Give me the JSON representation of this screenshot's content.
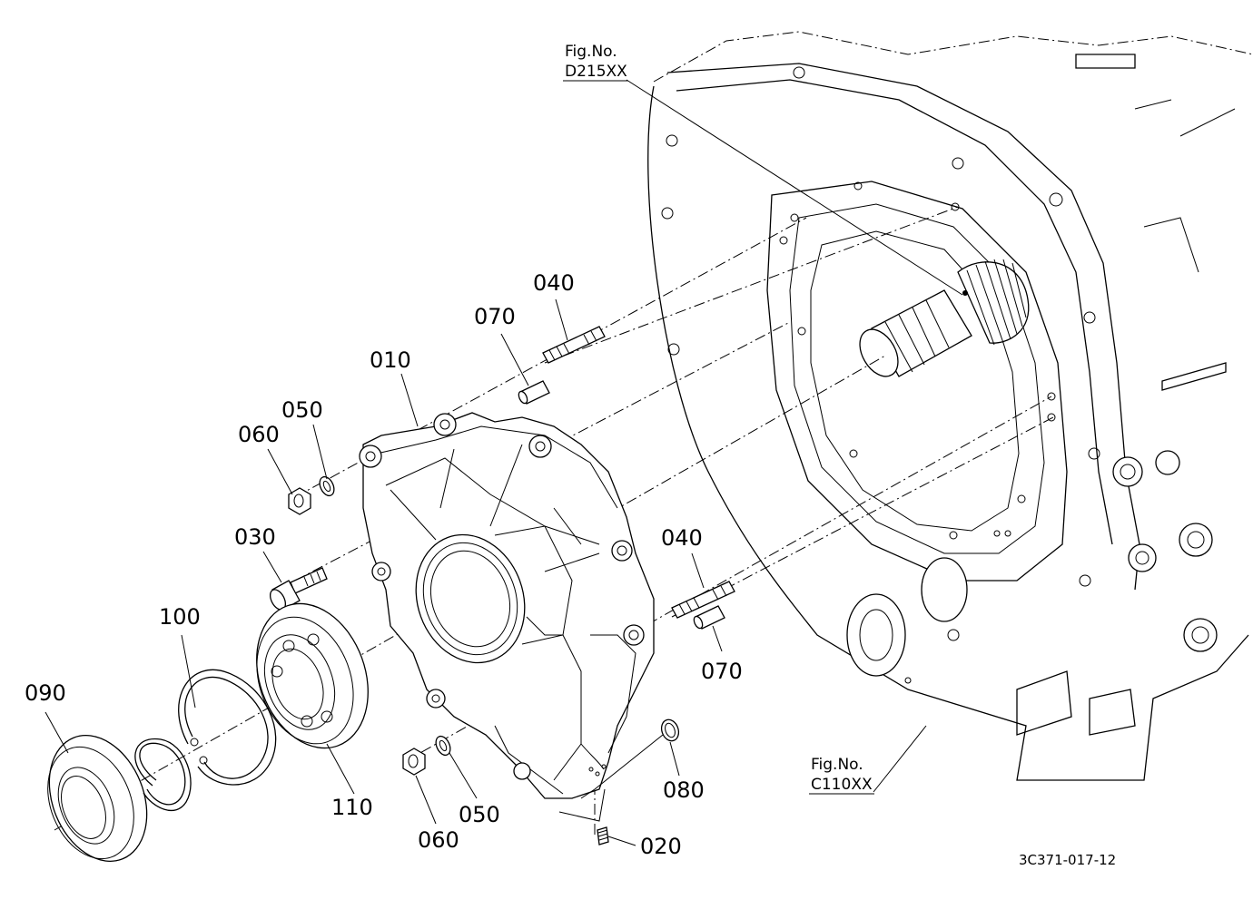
{
  "parts": [
    {
      "number": "010",
      "name": "housing"
    },
    {
      "number": "020",
      "name": "plug"
    },
    {
      "number": "030",
      "name": "bolt"
    },
    {
      "number": "040",
      "name": "stud-upper"
    },
    {
      "number": "040",
      "name": "stud-lower"
    },
    {
      "number": "050",
      "name": "washer-upper"
    },
    {
      "number": "050",
      "name": "washer-lower"
    },
    {
      "number": "060",
      "name": "nut-upper"
    },
    {
      "number": "060",
      "name": "nut-lower"
    },
    {
      "number": "070",
      "name": "pin-upper"
    },
    {
      "number": "070",
      "name": "pin-lower"
    },
    {
      "number": "080",
      "name": "o-ring"
    },
    {
      "number": "090",
      "name": "oil-seal"
    },
    {
      "number": "100",
      "name": "circlip"
    },
    {
      "number": "110",
      "name": "ball-bearing"
    }
  ],
  "references": [
    {
      "line1": "Fig.No.",
      "line2": "D215XX"
    },
    {
      "line1": "Fig.No.",
      "line2": "C110XX"
    }
  ],
  "drawing_code": "3C371-017-12"
}
